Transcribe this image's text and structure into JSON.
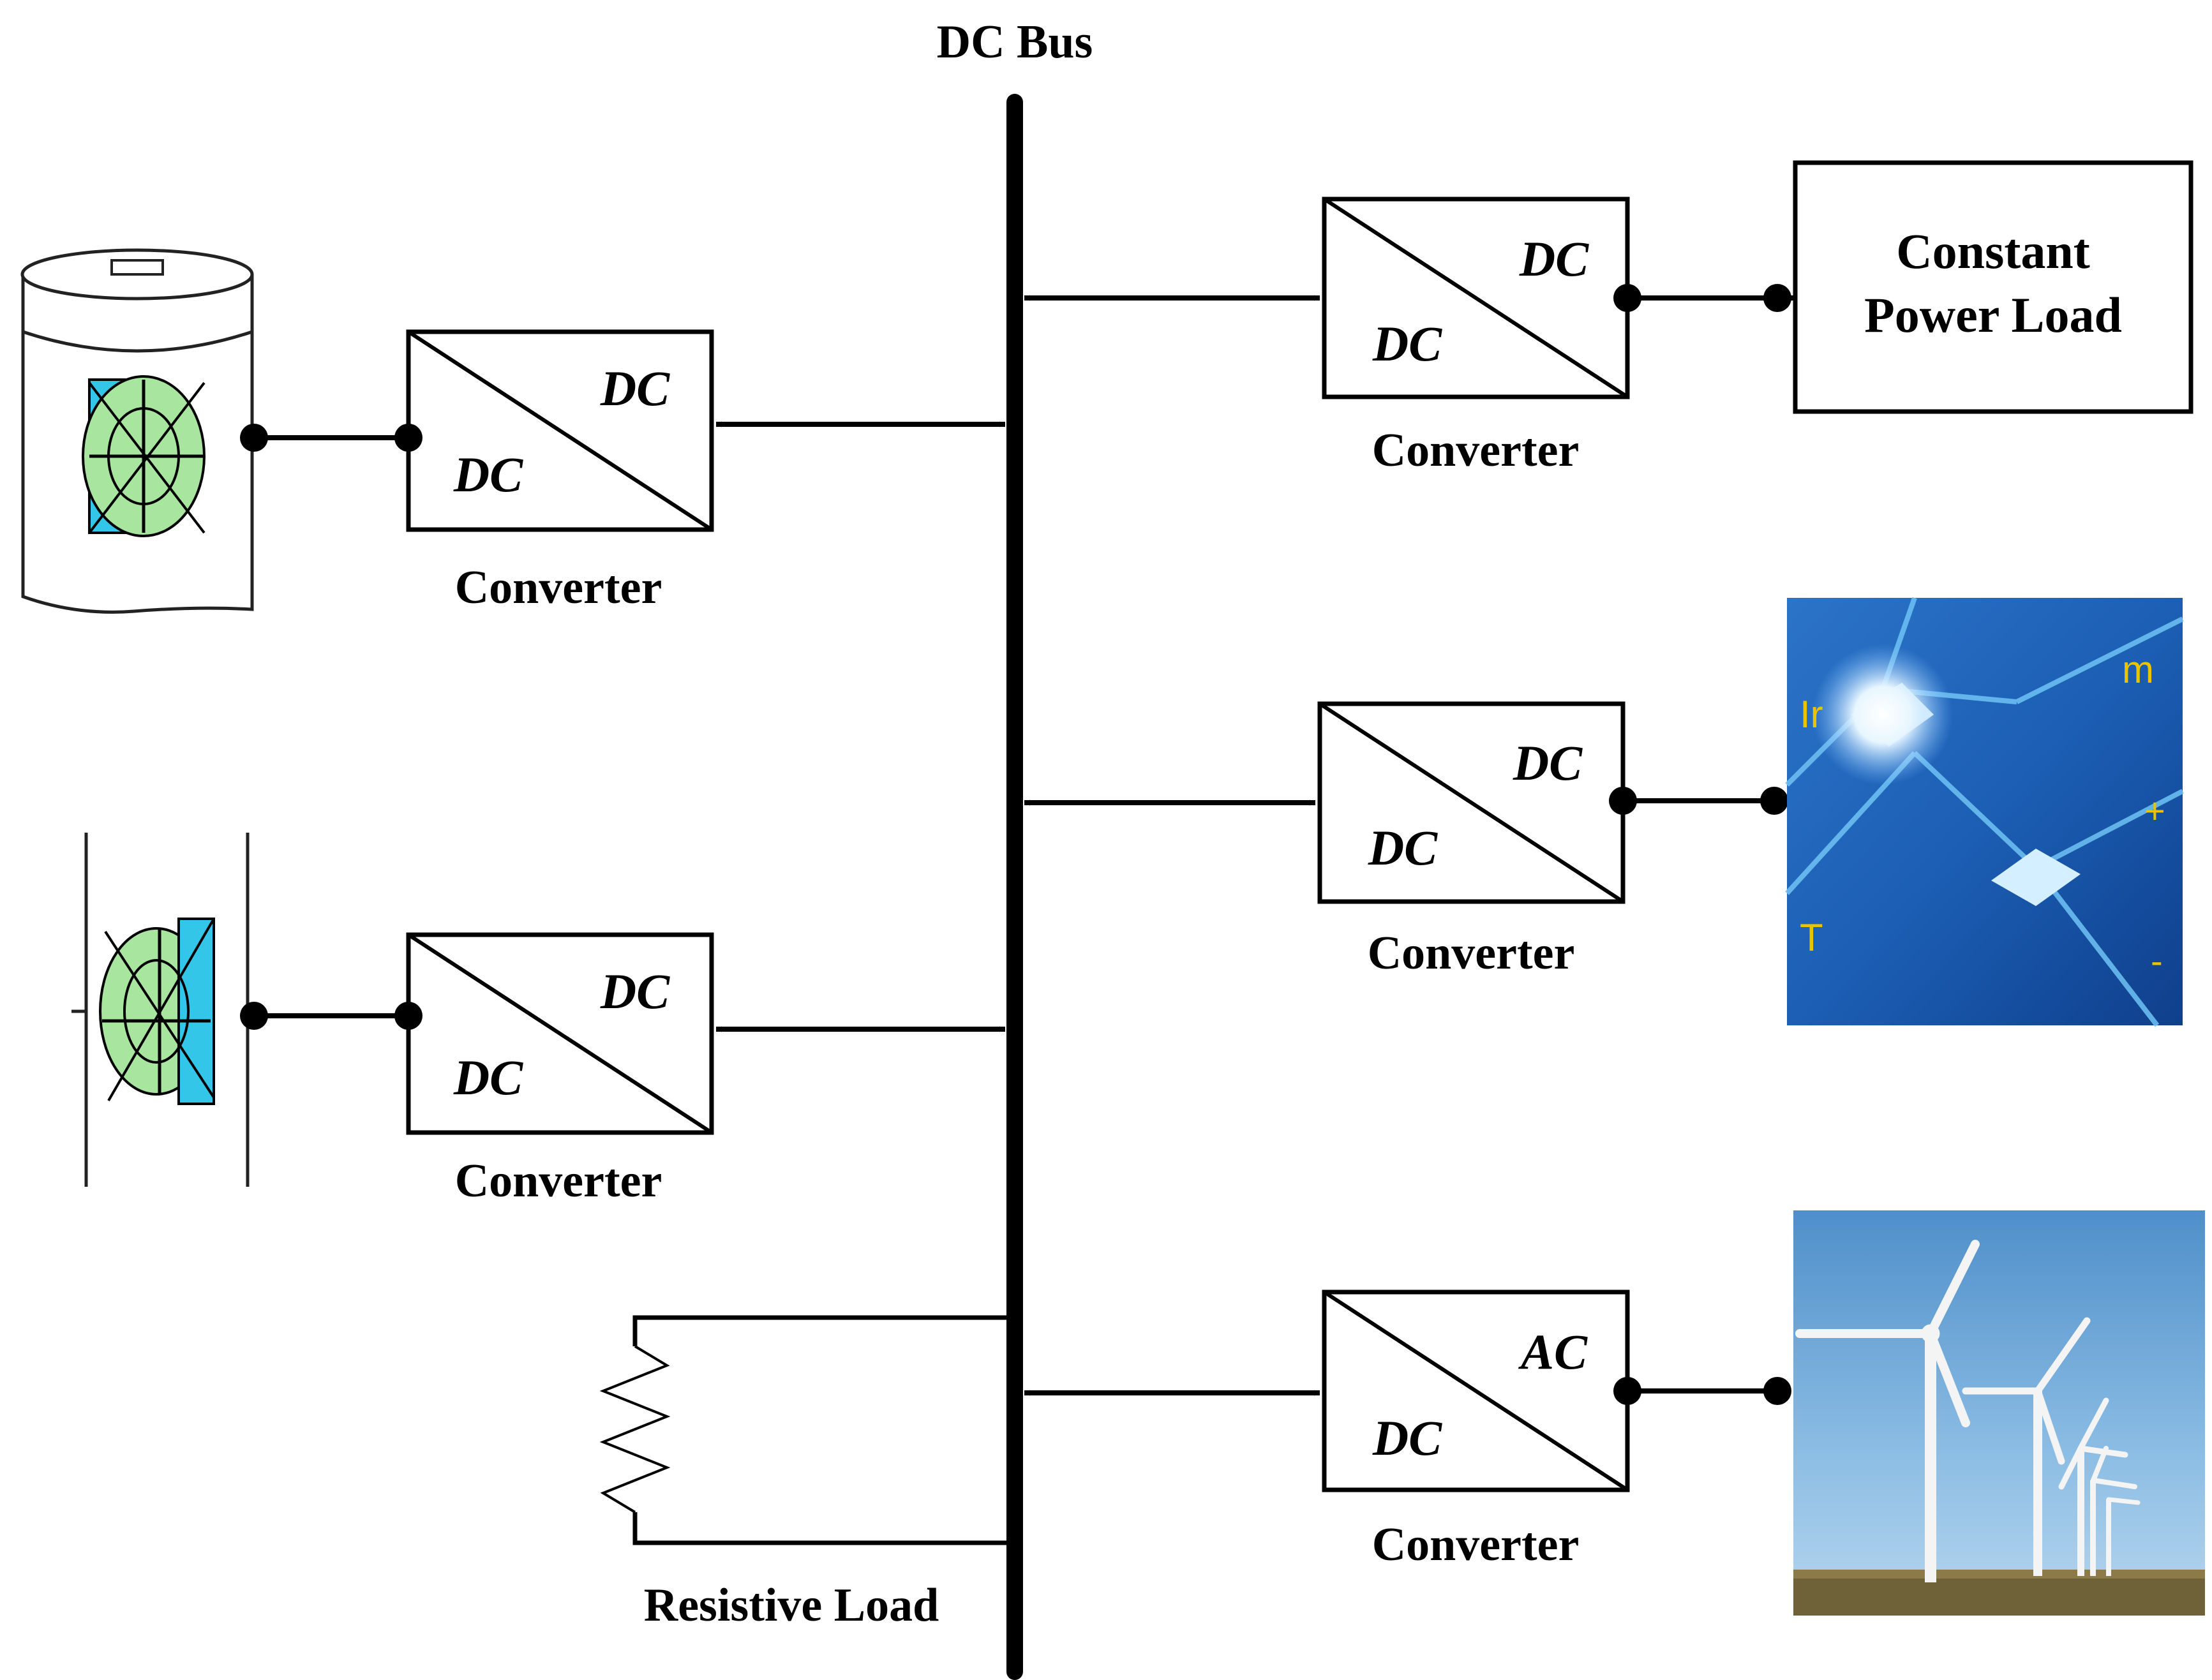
{
  "bus_label": "DC Bus",
  "converters": [
    {
      "top": "DC",
      "bottom": "DC",
      "caption": "Converter"
    },
    {
      "top": "DC",
      "bottom": "DC",
      "caption": "Converter"
    },
    {
      "top": "DC",
      "bottom": "DC",
      "caption": "Converter"
    },
    {
      "top": "DC",
      "bottom": "DC",
      "caption": "Converter"
    },
    {
      "top": "AC",
      "bottom": "DC",
      "caption": "Converter"
    }
  ],
  "constant_load": {
    "line1": "Constant",
    "line2": "Power Load"
  },
  "resistive_load": "Resistive Load",
  "pv_panel": {
    "ir": "Ir",
    "t": "T",
    "m": "m",
    "plus": "+",
    "minus": "-"
  },
  "colors": {
    "line": "#000000",
    "pv_blue": "#1a5fb4",
    "sky": "#7fb3dd",
    "symbol_green": "#a8e6a0",
    "symbol_cyan": "#33c6e8"
  }
}
